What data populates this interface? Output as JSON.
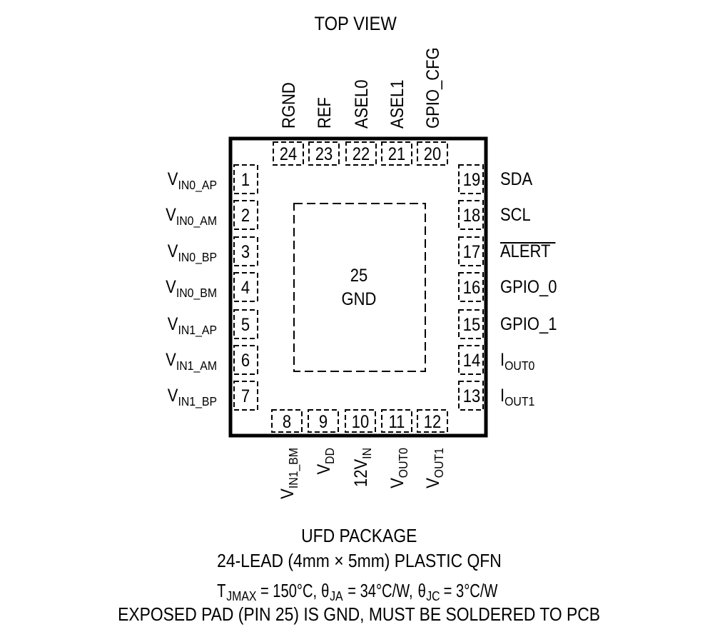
{
  "header": {
    "title": "TOP VIEW"
  },
  "top_pins": [
    {
      "num": "24",
      "label": "RGND"
    },
    {
      "num": "23",
      "label": "REF"
    },
    {
      "num": "22",
      "label": "ASEL0"
    },
    {
      "num": "21",
      "label": "ASEL1"
    },
    {
      "num": "20",
      "label": "GPIO_CFG"
    }
  ],
  "left_pins": [
    {
      "num": "1",
      "main": "V",
      "sub": "IN0_AP"
    },
    {
      "num": "2",
      "main": "V",
      "sub": "IN0_AM"
    },
    {
      "num": "3",
      "main": "V",
      "sub": "IN0_BP"
    },
    {
      "num": "4",
      "main": "V",
      "sub": "IN0_BM"
    },
    {
      "num": "5",
      "main": "V",
      "sub": "IN1_AP"
    },
    {
      "num": "6",
      "main": "V",
      "sub": "IN1_AM"
    },
    {
      "num": "7",
      "main": "V",
      "sub": "IN1_BP"
    }
  ],
  "right_pins": [
    {
      "num": "19",
      "main": "SDA",
      "sub": ""
    },
    {
      "num": "18",
      "main": "SCL",
      "sub": ""
    },
    {
      "num": "17",
      "main": "ALERT",
      "sub": "",
      "overline": true
    },
    {
      "num": "16",
      "main": "GPIO_0",
      "sub": ""
    },
    {
      "num": "15",
      "main": "GPIO_1",
      "sub": ""
    },
    {
      "num": "14",
      "main": "I",
      "sub": "OUT0"
    },
    {
      "num": "13",
      "main": "I",
      "sub": "OUT1"
    }
  ],
  "bottom_pins": [
    {
      "num": "8",
      "main": "V",
      "sub": "IN1_BM"
    },
    {
      "num": "9",
      "main": "V",
      "sub": "DD"
    },
    {
      "num": "10",
      "main": "12V",
      "sub": "IN"
    },
    {
      "num": "11",
      "main": "V",
      "sub": "OUT0"
    },
    {
      "num": "12",
      "main": "V",
      "sub": "OUT1"
    }
  ],
  "exposed_pad": {
    "num": "25",
    "label": "GND"
  },
  "caption": {
    "line1": "UFD PACKAGE",
    "line2": "24-LEAD (4mm × 5mm) PLASTIC QFN",
    "line3": {
      "t": "T",
      "t_sub": "JMAX",
      "t_val": " = 150°C, ",
      "ja": "θ",
      "ja_sub": "JA",
      "ja_val": " = 34°C/W, ",
      "jc": "θ",
      "jc_sub": "JC",
      "jc_val": " = 3°C/W"
    },
    "line4": "EXPOSED PAD (PIN 25) IS GND, MUST BE SOLDERED TO PCB"
  }
}
